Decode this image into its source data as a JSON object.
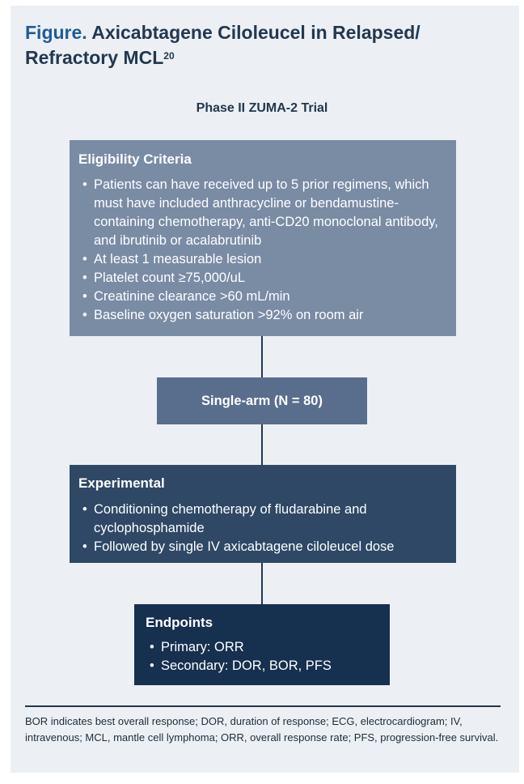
{
  "title": {
    "figure_word": "Figure.",
    "text": "Axicabtagene Ciloleucel in Relapsed/ Refractory MCL",
    "superscript": "20"
  },
  "subtitle": "Phase II ZUMA-2 Trial",
  "eligibility": {
    "heading": "Eligibility Criteria",
    "items": [
      "Patients can have received up to 5 prior regimens, which must have included anthracycline or bendamustine-containing chemotherapy, anti-CD20 monoclonal antibody, and ibrutinib or acalabrutinib",
      "At least 1 measurable lesion",
      "Platelet count ≥75,000/uL",
      "Creatinine clearance >60 mL/min",
      "Baseline oxygen saturation >92% on room air"
    ]
  },
  "single_arm": "Single-arm (N = 80)",
  "experimental": {
    "heading": "Experimental",
    "items": [
      "Conditioning chemotherapy of fludarabine and cyclophosphamide",
      "Followed by single IV axicabtagene ciloleucel dose"
    ]
  },
  "endpoints": {
    "heading": "Endpoints",
    "items": [
      "Primary: ORR",
      "Secondary: DOR, BOR, PFS"
    ]
  },
  "footnote": "BOR indicates best overall response; DOR, duration of response; ECG, electrocardiogram; IV, intravenous; MCL, mantle cell lymphoma; ORR, overall response rate; PFS, progression-free survival.",
  "colors": {
    "panel": "#ecf0f4",
    "eligibility_box": "#7a8ba4",
    "single_arm_box": "#596e8c",
    "experimental_box": "#2e4866",
    "endpoints_box": "#16304f",
    "title_accent": "#1e5c98",
    "title_text": "#213850"
  }
}
